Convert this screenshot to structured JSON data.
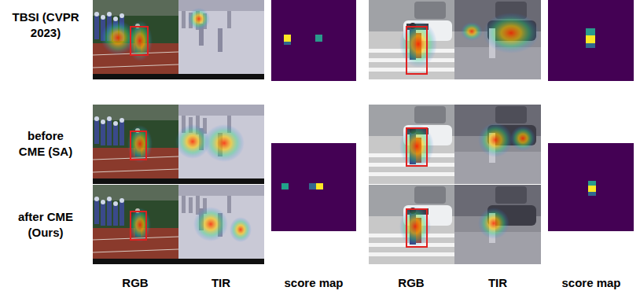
{
  "diagram": {
    "labels": [
      "TBSI (CVPR 2023)",
      "before CME (SA)",
      "after CME (Ours)",
      "RGB",
      "TIR",
      "score map",
      "RGB",
      "TIR",
      "score map"
    ]
  }
}
